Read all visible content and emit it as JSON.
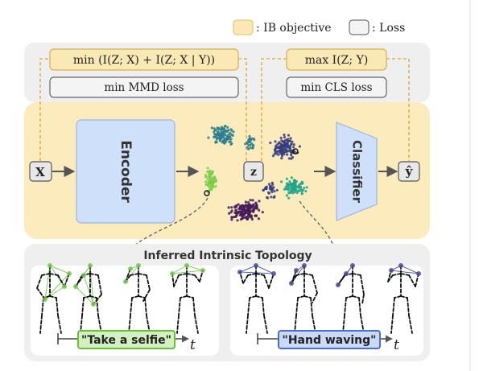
{
  "legend": {
    "ib_label": ": IB objective",
    "loss_label": ": Loss",
    "ib_color": "#fbe9b5",
    "loss_color": "#f1f1f1"
  },
  "objectives": {
    "left_formula": "min (I(Z; X) + I(Z; X | Y))",
    "left_loss": "min MMD loss",
    "right_formula": "max I(Z; Y)",
    "right_loss": "min CLS loss"
  },
  "pipeline": {
    "input": "X",
    "encoder": "Encoder",
    "latent": "z",
    "classifier": "Classifier",
    "output": "ŷ"
  },
  "topology": {
    "title": "Inferred Intrinsic Topology",
    "left_action": "\"Take a selfie\"",
    "right_action": "\"Hand waving\"",
    "time_label": "t",
    "left_color": "#78c850",
    "right_color": "#4a4f9a"
  },
  "colors": {
    "panel": "#efefef",
    "ib_panel": "#fcebbd",
    "encoder": "#cfe0fa",
    "dashed": "#d4a73a",
    "cluster_teal": "#2a7f8e",
    "cluster_navy": "#353d7e",
    "cluster_purple": "#451a5a",
    "cluster_green": "#7ccd4c",
    "cluster_sea": "#22a48a"
  }
}
